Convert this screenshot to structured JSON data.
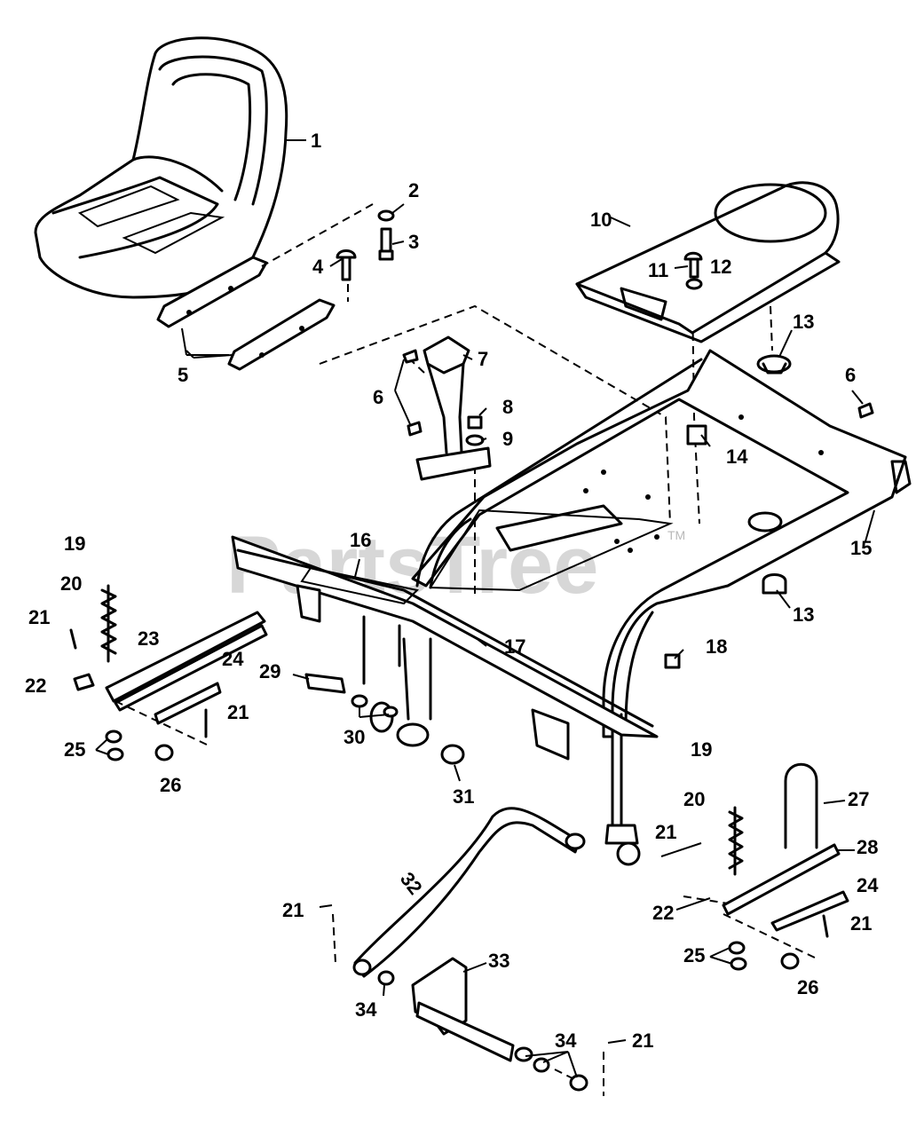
{
  "watermark": {
    "text": "PartsTree",
    "trademark": "TM"
  },
  "callouts": {
    "c1": "1",
    "c2": "2",
    "c3": "3",
    "c4": "4",
    "c5": "5",
    "c6a": "6",
    "c6b": "6",
    "c7": "7",
    "c8": "8",
    "c9": "9",
    "c10": "10",
    "c11": "11",
    "c12": "12",
    "c13a": "13",
    "c13b": "13",
    "c14": "14",
    "c15": "15",
    "c16": "16",
    "c17": "17",
    "c18": "18",
    "c19a": "19",
    "c19b": "19",
    "c20a": "20",
    "c20b": "20",
    "c21a": "21",
    "c21b": "21",
    "c21c": "21",
    "c21d": "21",
    "c21e": "21",
    "c21f": "21",
    "c22a": "22",
    "c22b": "22",
    "c23": "23",
    "c24a": "24",
    "c24b": "24",
    "c25a": "25",
    "c25b": "25",
    "c26a": "26",
    "c26b": "26",
    "c27": "27",
    "c28": "28",
    "c29": "29",
    "c30": "30",
    "c31": "31",
    "c32": "32",
    "c33": "33",
    "c34a": "34",
    "c34b": "34"
  }
}
